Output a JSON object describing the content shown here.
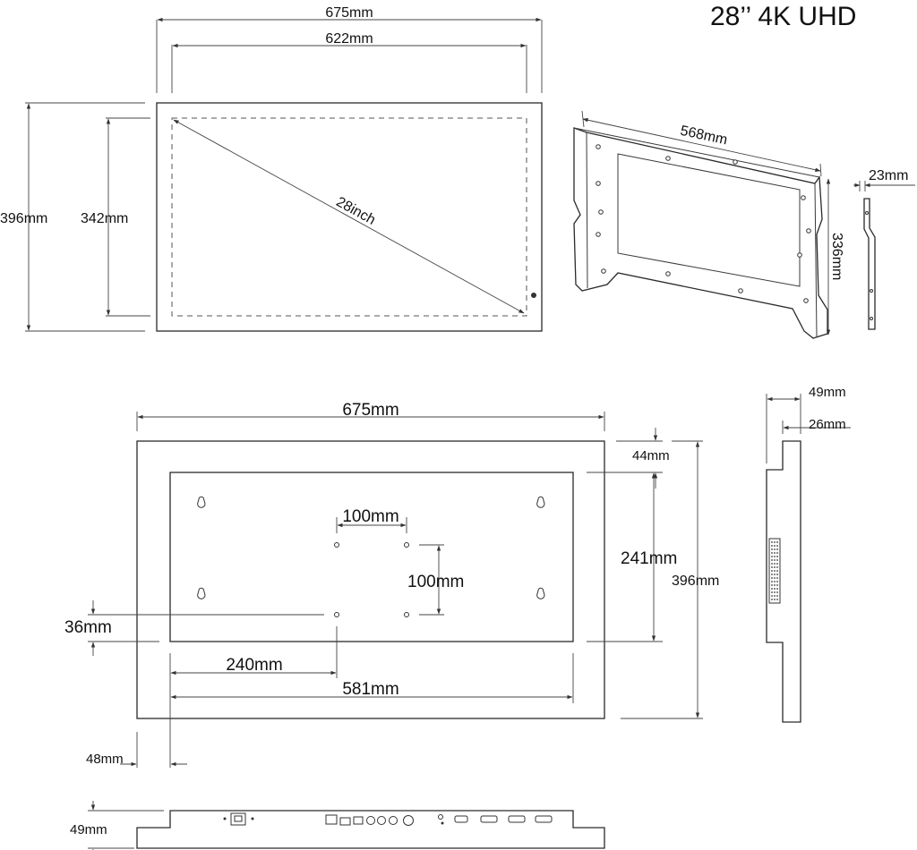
{
  "title": "28’’ 4K UHD",
  "front_view": {
    "outer_width": "675mm",
    "inner_width": "622mm",
    "outer_height": "396mm",
    "inner_height": "342mm",
    "diagonal": "28inch"
  },
  "mount_bracket": {
    "width": "568mm",
    "height": "336mm",
    "depth": "23mm"
  },
  "rear_view": {
    "width": "675mm",
    "height": "396mm",
    "top_margin": "44mm",
    "panel_height": "241mm",
    "vesa_width": "100mm",
    "vesa_height": "100mm",
    "bottom_offset": "36mm",
    "vesa_offset": "240mm",
    "panel_width": "581mm",
    "left_margin": "48mm"
  },
  "side_view": {
    "total_depth": "49mm",
    "body_depth": "26mm"
  },
  "bottom_view": {
    "depth": "49mm"
  }
}
